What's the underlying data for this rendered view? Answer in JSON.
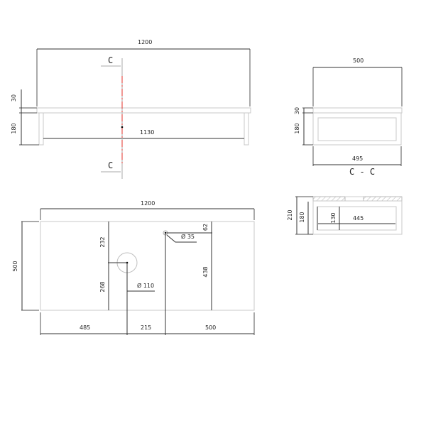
{
  "drawing": {
    "colors": {
      "outline": "#c8c8c8",
      "dimension": "#333333",
      "section_line": "#e0302a"
    },
    "front_view": {
      "overall_width": "1200",
      "top_thickness": "30",
      "base_height": "180",
      "inner_width": "1130",
      "section_marker_top": "C",
      "section_marker_bottom": "C"
    },
    "section_view": {
      "title": "C - C",
      "width_top": "500",
      "top_thickness": "30",
      "height": "180",
      "width_bottom": "495"
    },
    "side_detail": {
      "total_height": "210",
      "base_height": "180",
      "drawer_height": "130",
      "drawer_width": "445"
    },
    "plan_view": {
      "overall_width": "1200",
      "depth": "500",
      "sink_hole_diameter": "Ø 110",
      "tap_hole_diameter": "Ø 35",
      "sink_from_top": "232",
      "sink_from_bottom": "268",
      "tap_from_top": "62",
      "tap_from_bottom": "438",
      "sink_from_left": "485",
      "sink_to_tap": "215",
      "tap_to_right": "500"
    }
  }
}
